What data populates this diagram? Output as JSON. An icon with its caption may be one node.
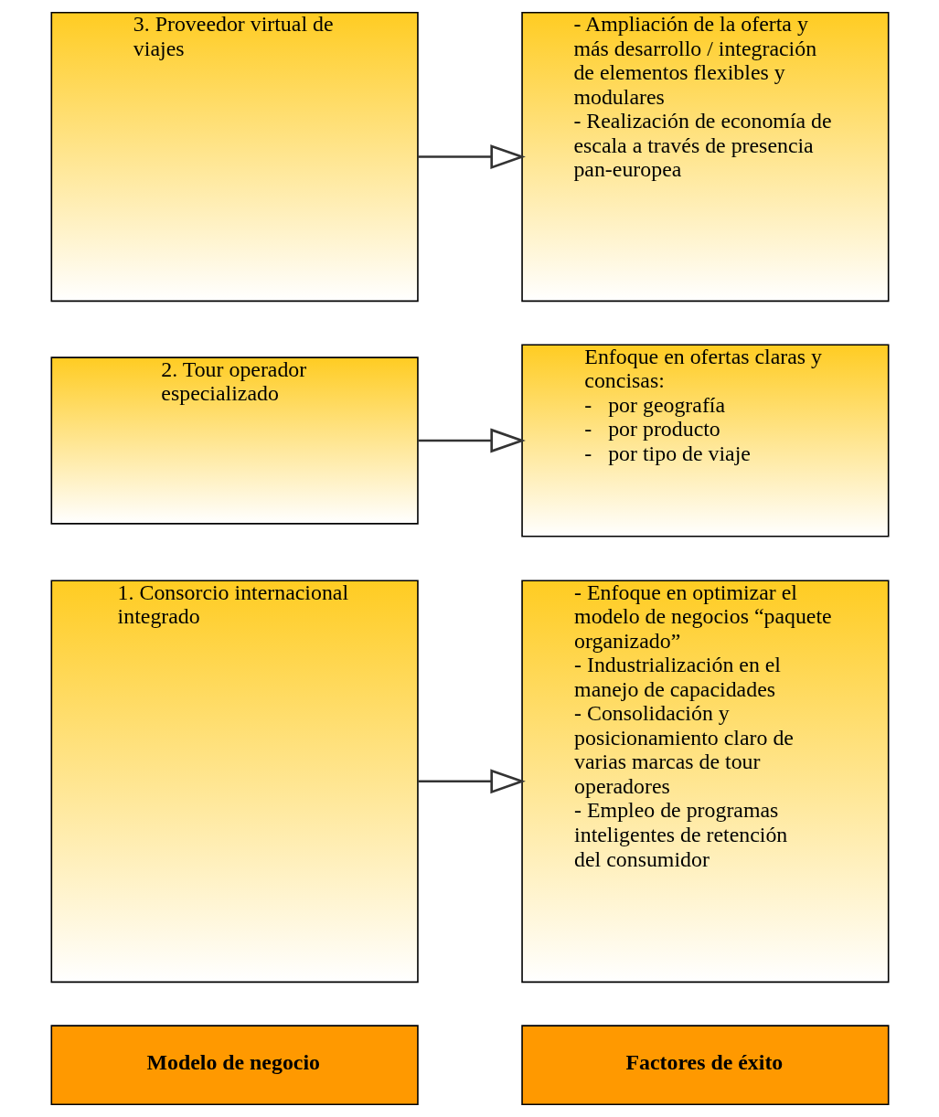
{
  "diagram": {
    "nodes": [
      {
        "text": [
          "Modelo de negocio"
        ]
      },
      {
        "text": [
          "Factores de éxito"
        ]
      },
      {
        "text": [
          "1. Consorcio internacional integrado"
        ]
      },
      {
        "text": [
          "- Enfoque en optimizar el modelo de negocios “paquete organizado”",
          "- Industrialización en el manejo de capacidades",
          "- Consolidación y posicionamiento claro de varias marcas de tour operadores",
          "- Empleo de programas inteligentes de retención del consumidor"
        ]
      },
      {
        "text": [
          "2. Tour operador especializado"
        ]
      },
      {
        "text": [
          "Enfoque en ofertas claras y concisas:",
          "-   por geografía",
          "-   por producto",
          "-   por tipo de viaje"
        ]
      },
      {
        "text": [
          "3. Proveedor virtual de viajes"
        ]
      },
      {
        "text": [
          "- Ampliación de la oferta y más desarrollo / integración de elementos flexibles y modulares",
          "- Realización de economía de escala a través de presencia pan-europea"
        ]
      }
    ],
    "edges": [
      {
        "from": 2,
        "to": 3,
        "arrow": "to"
      },
      {
        "from": 4,
        "to": 5,
        "arrow": "to"
      },
      {
        "from": 6,
        "to": 7,
        "arrow": "to"
      }
    ]
  }
}
